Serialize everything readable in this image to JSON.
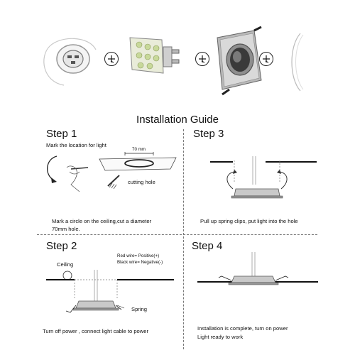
{
  "title": "Installation Guide",
  "step1": {
    "heading": "Step 1",
    "mark_label": "Mark the location for light",
    "dim_label": "70 mm",
    "cut_label": "cutting hole",
    "caption_line1": "Mark a circle on the ceiling,cut a diameter",
    "caption_line2": "70mm hole."
  },
  "step2": {
    "heading": "Step 2",
    "red_wire": "Red wire= Positive(+)",
    "black_wire": "Black wire= Negative(-)",
    "ceiling_label": "Ceiling",
    "spring_label": "Spring",
    "caption": "Turn off power , connect light cable to power"
  },
  "step3": {
    "heading": "Step 3",
    "caption": "Pull up spring clips, put light into the hole"
  },
  "step4": {
    "heading": "Step 4",
    "caption_line1": "Installation is complete, turn on power",
    "caption_line2": "Light ready to work"
  },
  "components": [
    "ring-spring",
    "gu10-socket",
    "led-bulb",
    "square-frame",
    "trim-ring"
  ],
  "plus_symbol": "+"
}
